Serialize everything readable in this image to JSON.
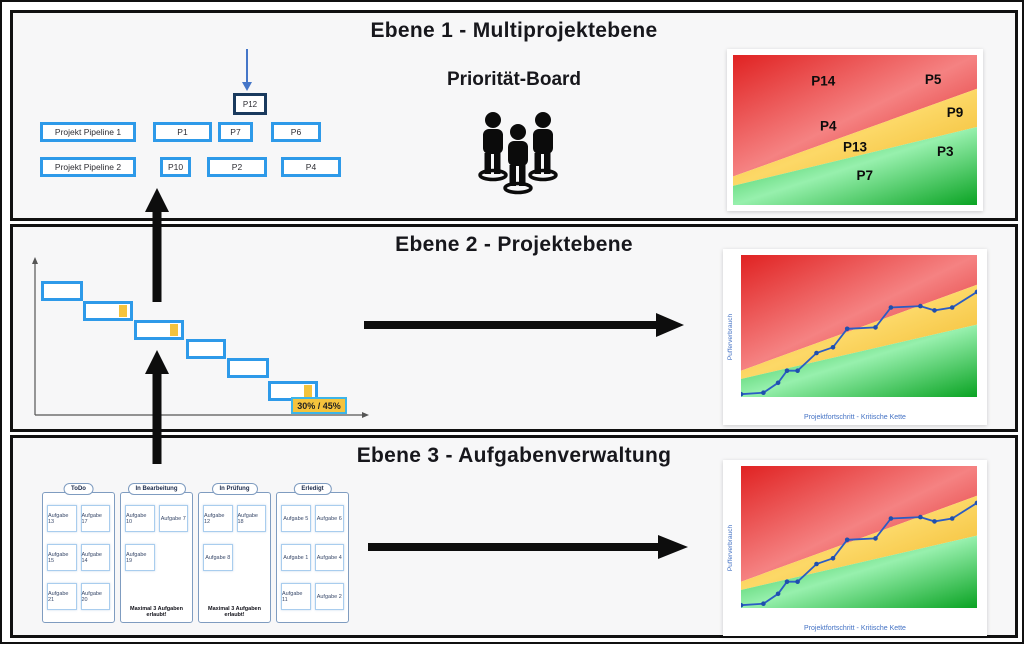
{
  "colors": {
    "accent_blue": "#2e9ae9",
    "navy_border": "#1a3a5e",
    "buffer_yellow": "#f5c33c",
    "cyan_border": "#3db5e8",
    "line_blue": "#2b5cc4",
    "marker_blue": "#1f4fae",
    "axis_label_blue": "#4472c4",
    "red_grad": [
      "#e02222",
      "#f58282",
      "#da1818"
    ],
    "yellow_grad": [
      "#f3bd2e",
      "#fcd867",
      "#f0b524"
    ],
    "green_grad": [
      "#0fb32c",
      "#97f0ad",
      "#0aa323"
    ]
  },
  "level1": {
    "title": "Ebene 1 - Multiprojektebene",
    "subtitle": "Priorität-Board",
    "team_icon": "three-people-icon",
    "pipeline": {
      "top_box": "P12",
      "row1": [
        "Projekt Pipeline 1",
        "P1",
        "P7",
        "P6"
      ],
      "row2": [
        "Projekt Pipeline 2",
        "P10",
        "P2",
        "P4"
      ]
    }
  },
  "level2": {
    "title": "Ebene 2 - Projektebene",
    "buffer_badge": "30% / 45%"
  },
  "level3": {
    "title": "Ebene 3 - Aufgabenverwaltung",
    "kanban": {
      "columns": [
        {
          "title": "ToDo",
          "cards": [
            "Aufgabe 13",
            "Aufgabe 17",
            "Aufgabe 15",
            "Aufgabe 14",
            "Aufgabe 21",
            "Aufgabe 20"
          ],
          "footer": ""
        },
        {
          "title": "In Bearbeitung",
          "cards": [
            "Aufgabe 10",
            "Aufgabe 7",
            "Aufgabe 19"
          ],
          "footer": "Maximal 3 Aufgaben erlaubt!"
        },
        {
          "title": "In Prüfung",
          "cards": [
            "Aufgabe 12",
            "Aufgabe 18",
            "Aufgabe 8"
          ],
          "footer": "Maximal 3 Aufgaben erlaubt!"
        },
        {
          "title": "Erledigt",
          "cards": [
            "Aufgabe 5",
            "Aufgabe 6",
            "Aufgabe 1",
            "Aufgabe 4",
            "Aufgabe 11",
            "Aufgabe 2"
          ],
          "footer": ""
        }
      ]
    }
  },
  "fever_axis": {
    "xlabel": "Projektfortschritt - Kritische Kette",
    "ylabel": "Pufferverbrauch"
  },
  "chart_data": [
    {
      "id": "priority",
      "type": "scatter",
      "title": "Priorität-Board",
      "zones": {
        "red": [
          "P14",
          "P5",
          "P4"
        ],
        "yellow": [
          "P9",
          "P13"
        ],
        "green": [
          "P3",
          "P7"
        ]
      },
      "labels": [
        {
          "text": "P14",
          "x_pct": 37,
          "y_pct_top": 17
        },
        {
          "text": "P5",
          "x_pct": 82,
          "y_pct_top": 16
        },
        {
          "text": "P4",
          "x_pct": 39,
          "y_pct_top": 47
        },
        {
          "text": "P9",
          "x_pct": 91,
          "y_pct_top": 38
        },
        {
          "text": "P13",
          "x_pct": 50,
          "y_pct_top": 61
        },
        {
          "text": "P3",
          "x_pct": 87,
          "y_pct_top": 64
        },
        {
          "text": "P7",
          "x_pct": 54,
          "y_pct_top": 80
        }
      ],
      "bands": {
        "red_yellow": [
          [
            0,
            19
          ],
          [
            100,
            77.5
          ]
        ],
        "yellow_green": [
          [
            0,
            12.7
          ],
          [
            100,
            52
          ]
        ]
      }
    },
    {
      "id": "fever",
      "type": "line",
      "title": "Projekt-Fieberkurve",
      "xlabel": "Projektfortschritt - Kritische Kette",
      "ylabel": "Pufferverbrauch",
      "points": [
        [
          0,
          2
        ],
        [
          9.5,
          3
        ],
        [
          15.7,
          10
        ],
        [
          19.5,
          18.5
        ],
        [
          24,
          18.5
        ],
        [
          32,
          31
        ],
        [
          39,
          35
        ],
        [
          45,
          48
        ],
        [
          57,
          49
        ],
        [
          63.5,
          63
        ],
        [
          76,
          64
        ],
        [
          82,
          61
        ],
        [
          89.5,
          63
        ],
        [
          100,
          74
        ]
      ],
      "bands": {
        "red_yellow": [
          [
            0,
            18.5
          ],
          [
            100,
            79
          ]
        ],
        "yellow_green": [
          [
            0,
            12.7
          ],
          [
            100,
            51
          ]
        ]
      },
      "shown_in": [
        "level2",
        "level3"
      ]
    }
  ]
}
